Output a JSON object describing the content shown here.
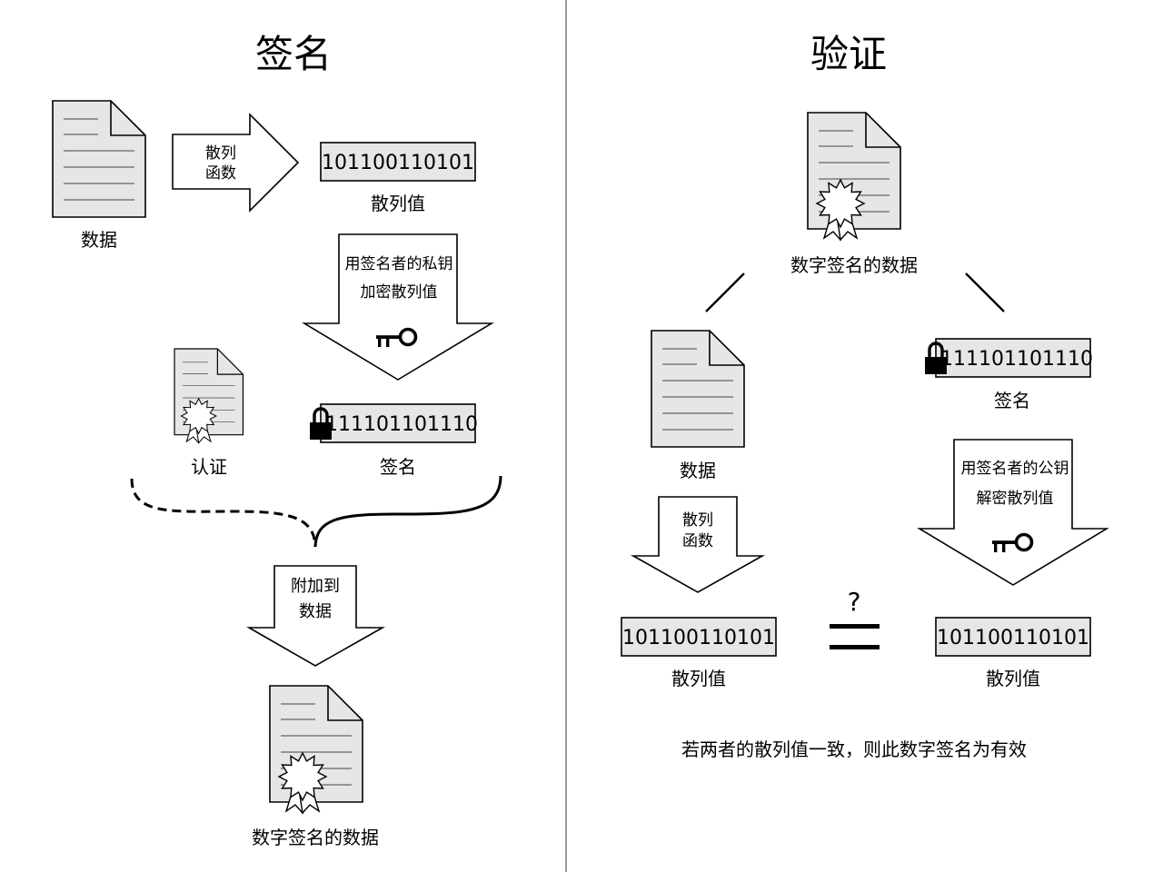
{
  "signing": {
    "title": "签名",
    "data_label": "数据",
    "hash_function": [
      "散列",
      "函数"
    ],
    "hash_value": "101100110101",
    "hash_value_label": "散列值",
    "encrypt_step": [
      "用签名者的私钥",
      "加密散列值"
    ],
    "signature_value": "111101101110",
    "signature_label": "签名",
    "certificate_label": "认证",
    "attach_step": [
      "附加到",
      "数据"
    ],
    "signed_data_label": "数字签名的数据"
  },
  "verification": {
    "title": "验证",
    "signed_data_label": "数字签名的数据",
    "data_label": "数据",
    "signature_value": "111101101110",
    "signature_label": "签名",
    "hash_function": [
      "散列",
      "函数"
    ],
    "decrypt_step": [
      "用签名者的公钥",
      "解密散列值"
    ],
    "question_mark": "?",
    "hash_value_left": "101100110101",
    "hash_value_left_label": "散列值",
    "hash_value_right": "101100110101",
    "hash_value_right_label": "散列值",
    "conclusion": "若两者的散列值一致，则此数字签名为有效"
  },
  "colors": {
    "document_fill": "#e6e6e6",
    "value_box_fill": "#e6e6e6",
    "stroke": "#000000",
    "divider": "#999999"
  },
  "icons": [
    "document-icon",
    "key-icon",
    "padlock-icon",
    "seal-icon"
  ]
}
